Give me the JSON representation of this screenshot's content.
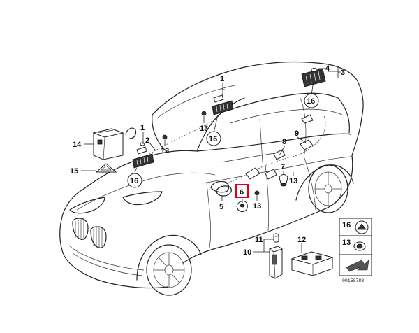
{
  "callouts": {
    "c1a": "1",
    "c1b": "1",
    "c2": "2",
    "c3": "3",
    "c4": "4",
    "c5": "5",
    "c6": "6",
    "c7": "7",
    "c8": "8",
    "c9": "9",
    "c10": "10",
    "c11": "11",
    "c12": "12",
    "c13a": "13",
    "c13b": "13",
    "c13c": "13",
    "c13d": "13",
    "c14": "14",
    "c15": "15",
    "c16a": "16",
    "c16b": "16",
    "c16c": "16"
  },
  "legend": {
    "item16": "16",
    "item13": "13"
  },
  "diagram_id": "00158788",
  "highlight_color": "#e0001b"
}
